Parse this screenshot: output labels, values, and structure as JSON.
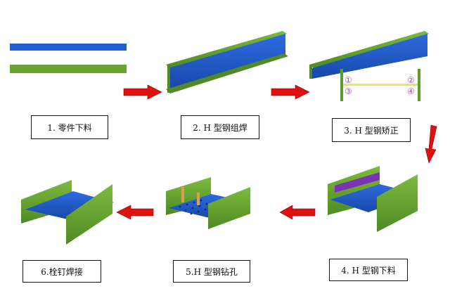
{
  "steps": [
    {
      "label": "1.  零件下料"
    },
    {
      "label": "2. H 型钢组焊"
    },
    {
      "label": "3. H 型钢矫正"
    },
    {
      "label": "4. H 型钢下料"
    },
    {
      "label": "5.H 型钢钻孔"
    },
    {
      "label": "6.栓钉焊接"
    }
  ],
  "markers": [
    "①",
    "②",
    "③",
    "④"
  ],
  "colors": {
    "steel_blue": "#1f5fcf",
    "steel_green": "#6aa532",
    "flange_green": "#5f9b2e",
    "arrow_red": "#e01010",
    "weld_purple": "#7a33b5",
    "gauge_yellow": "#e8e65a",
    "stud_orange": "#d9a04a"
  }
}
